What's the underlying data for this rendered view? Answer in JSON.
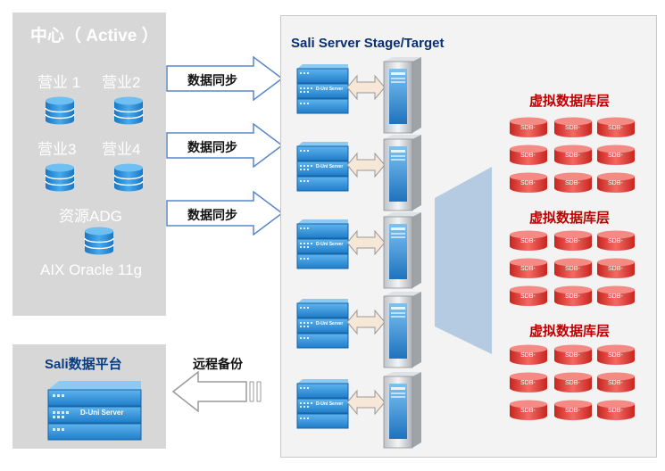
{
  "center": {
    "title": "中心（ Active ）",
    "labels": [
      "营业 1",
      "营业2",
      "营业3",
      "营业4",
      "资源ADG",
      "AIX Oracle 11g"
    ]
  },
  "sync_arrows": [
    "数据同步",
    "数据同步",
    "数据同步"
  ],
  "target": {
    "title": "Sali Server Stage/Target",
    "server_label": "D-Uni Server",
    "layers": [
      "虚拟数据库层",
      "虚拟数据库层",
      "虚拟数据库层"
    ],
    "sdb_label": "SDB-"
  },
  "platform": {
    "title": "Sali数据平台",
    "server_label": "D-Uni Server"
  },
  "backup_label": "远程备份",
  "colors": {
    "db_blue": "#2a90d6",
    "panel_gray": "#d7d7d7",
    "sdb_red": "#e8403a",
    "layer_title_red": "#c00000",
    "server_blue": "#3a9be0"
  }
}
